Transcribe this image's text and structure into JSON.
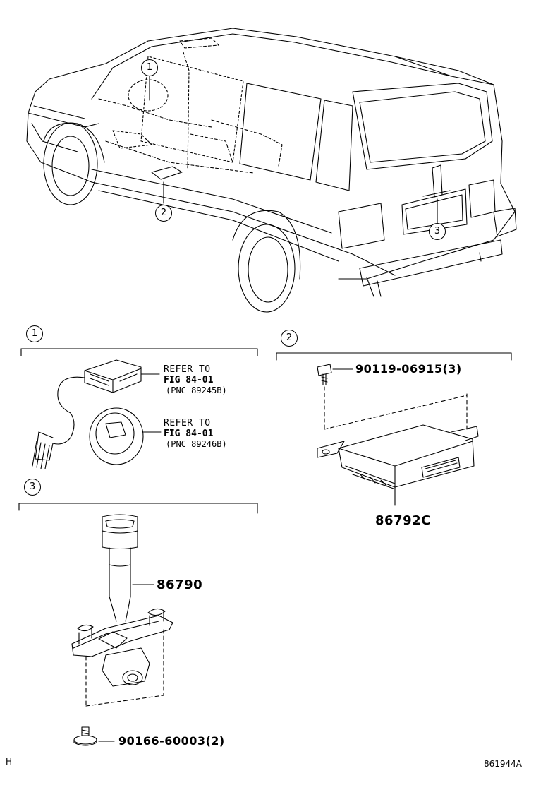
{
  "callouts": {
    "c1": "1",
    "c2": "2",
    "c3": "3"
  },
  "section1": {
    "ref_a": {
      "line1": "REFER TO",
      "line2": "FIG 84-01",
      "line3": "(PNC 89245B)"
    },
    "ref_b": {
      "line1": "REFER TO",
      "line2": "FIG 84-01",
      "line3": "(PNC 89246B)"
    }
  },
  "section2": {
    "bolt_part": "90119-06915(3)",
    "ecu_part": "86792C"
  },
  "section3": {
    "camera_part": "86790",
    "screw_part": "90166-60003(2)"
  },
  "footer": {
    "left_mark": "H",
    "diagram_id": "861944A"
  }
}
